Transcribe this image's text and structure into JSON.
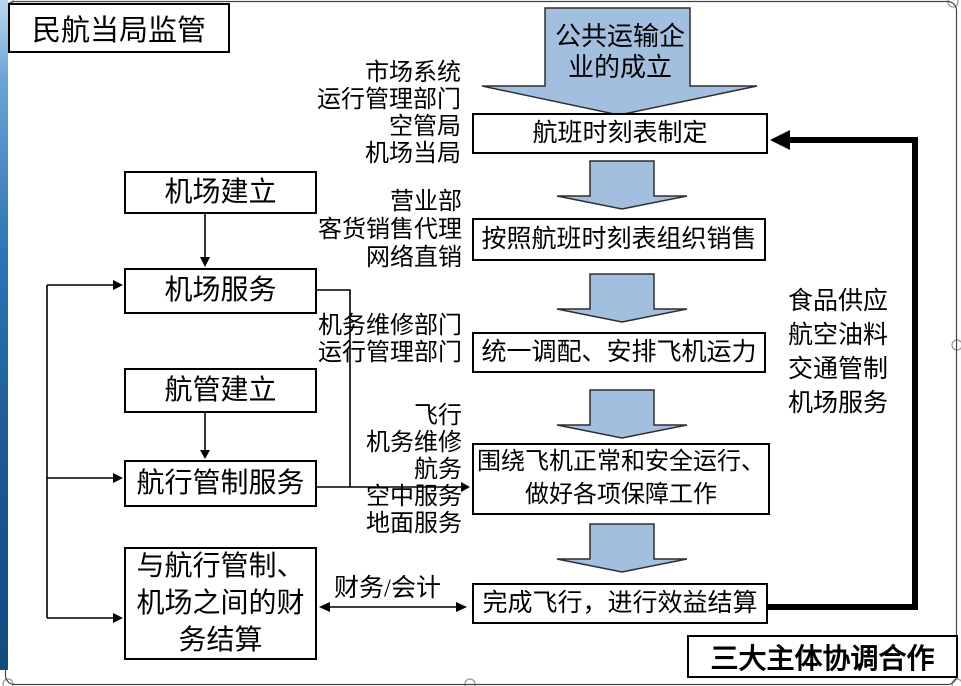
{
  "corner_boxes": {
    "regulator": "民航当局监管",
    "cooperation": "三大主体协调合作"
  },
  "start_arrow": {
    "lines": [
      "公共运输企",
      "业的成立"
    ]
  },
  "main_flow": [
    {
      "lines": [
        "航班时刻表制定"
      ]
    },
    {
      "lines": [
        "按照航班时刻表组织销售"
      ]
    },
    {
      "lines": [
        "统一调配、安排飞机运力"
      ]
    },
    {
      "lines": [
        "围绕飞机正常和安全运行、",
        "做好各项保障工作"
      ]
    },
    {
      "lines": [
        "完成飞行，进行效益结算"
      ]
    }
  ],
  "left_flow": [
    {
      "lines": [
        "机场建立"
      ]
    },
    {
      "lines": [
        "机场服务"
      ]
    },
    {
      "lines": [
        "航管建立"
      ]
    },
    {
      "lines": [
        "航行管制服务"
      ]
    },
    {
      "lines": [
        "与航行管制、",
        "机场之间的财",
        "务结算"
      ]
    }
  ],
  "side_labels": {
    "market": [
      "市场系统",
      "运行管理部门",
      "空管局",
      "机场当局"
    ],
    "sales": [
      "营业部",
      "客货销售代理",
      "网络直销"
    ],
    "maintenance": [
      "机务维修部门",
      "运行管理部门"
    ],
    "flight": [
      "飞行",
      "机务维修",
      "航务",
      "空中服务",
      "地面服务"
    ],
    "finance": "财务/会计",
    "support": [
      "食品供应",
      "航空油料",
      "交通管制",
      "机场服务"
    ]
  },
  "colors": {
    "arrow_fill": "#a3bfe0",
    "arrow_stroke": "#2f2f2f",
    "line": "#000000",
    "border": "#444444"
  }
}
